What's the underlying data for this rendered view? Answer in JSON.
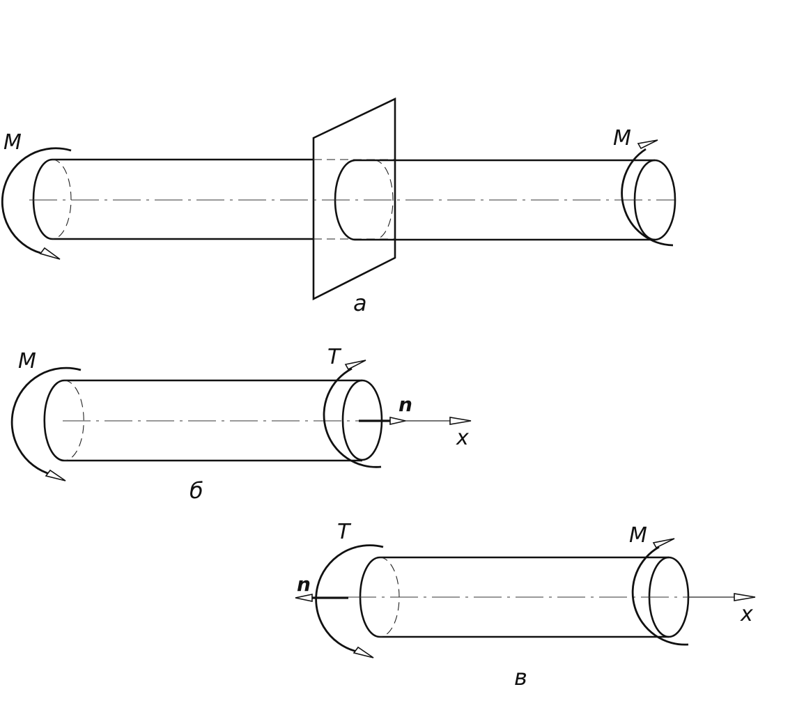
{
  "figure": {
    "panel_a": {
      "caption": "а",
      "moment_left": "M",
      "moment_right": "M"
    },
    "panel_b": {
      "caption": "б",
      "moment_left": "M",
      "moment_right": "T",
      "normal_label": "n",
      "axis_label": "x"
    },
    "panel_c": {
      "caption": "в",
      "moment_left": "T",
      "moment_right": "M",
      "normal_label": "n",
      "axis_label": "x"
    }
  }
}
